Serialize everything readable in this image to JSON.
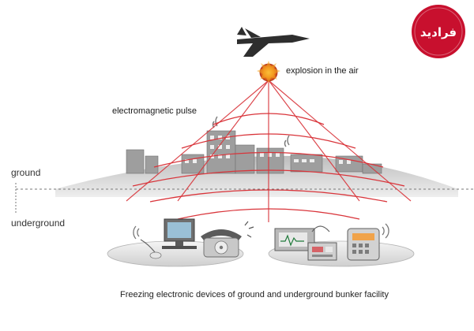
{
  "labels": {
    "explosion": "explosion in the air",
    "pulse": "electromagnetic pulse",
    "ground": "ground",
    "underground": "underground",
    "caption": "Freezing electronic devices of ground and underground bunker facility"
  },
  "logo": {
    "text": "فرادید"
  },
  "colors": {
    "pulse": "#d9343a",
    "logo_bg": "#c8102e",
    "ground_fill": "#d2d2d2",
    "building": "#9e9e9e",
    "device": "#8a8a8a"
  },
  "icons": [
    "fighter-jet-icon",
    "explosion-icon",
    "building-icon",
    "antenna-icon",
    "computer-icon",
    "telephone-icon",
    "equipment-icon"
  ]
}
